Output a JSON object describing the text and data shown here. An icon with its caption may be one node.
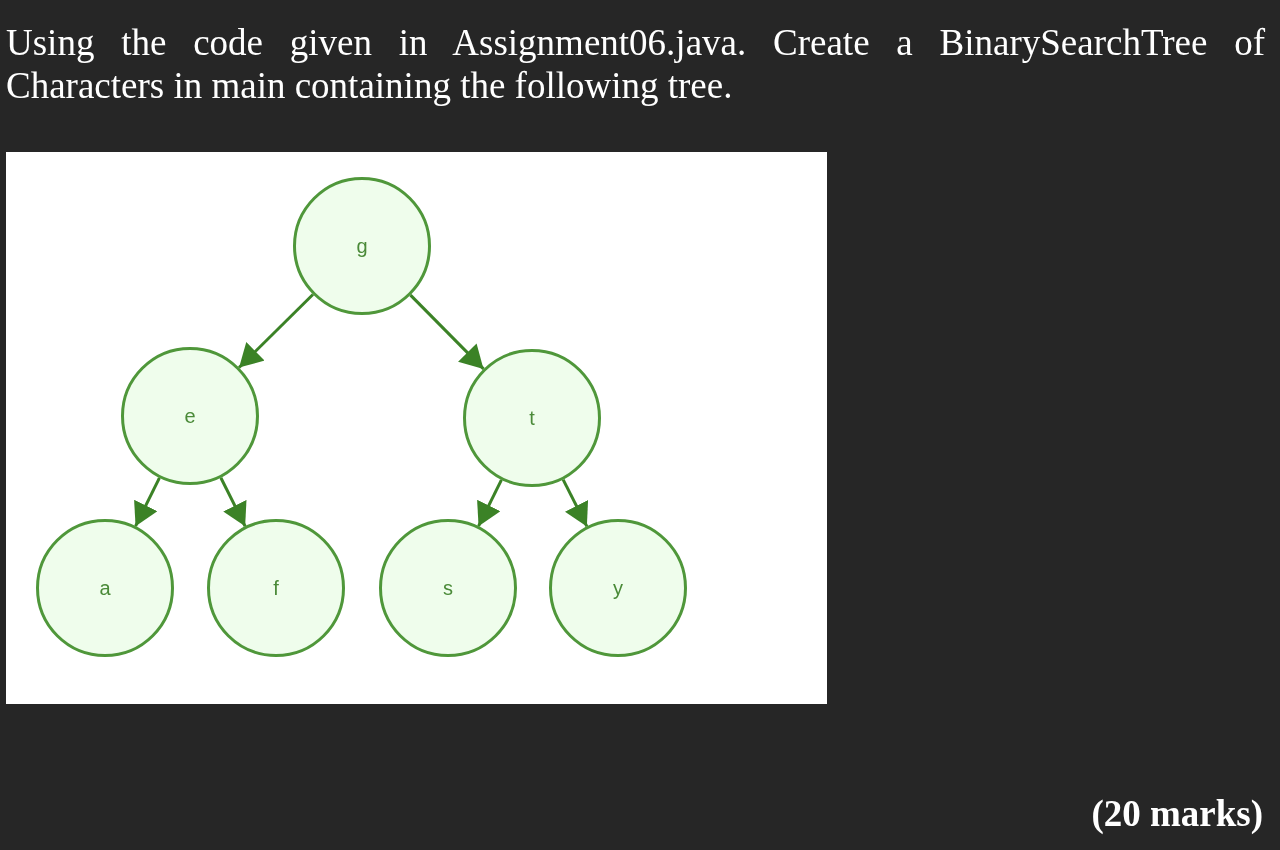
{
  "diagram": {
    "title": "Using the code given in Assignment06.java. Create a BinarySearchTree of Characters in main containing the following tree.",
    "nodes": [
      {
        "text": [
          "g"
        ]
      },
      {
        "text": [
          "e"
        ]
      },
      {
        "text": [
          "t"
        ]
      },
      {
        "text": [
          "a"
        ]
      },
      {
        "text": [
          "f"
        ]
      },
      {
        "text": [
          "s"
        ]
      },
      {
        "text": [
          "y"
        ]
      }
    ],
    "edges": [
      {
        "from": 0,
        "to": 1,
        "arrow": "to"
      },
      {
        "from": 0,
        "to": 2,
        "arrow": "to"
      },
      {
        "from": 1,
        "to": 3,
        "arrow": "to"
      },
      {
        "from": 1,
        "to": 4,
        "arrow": "to"
      },
      {
        "from": 2,
        "to": 5,
        "arrow": "to"
      },
      {
        "from": 2,
        "to": 6,
        "arrow": "to"
      }
    ],
    "labels": [
      "(20 marks)"
    ]
  }
}
